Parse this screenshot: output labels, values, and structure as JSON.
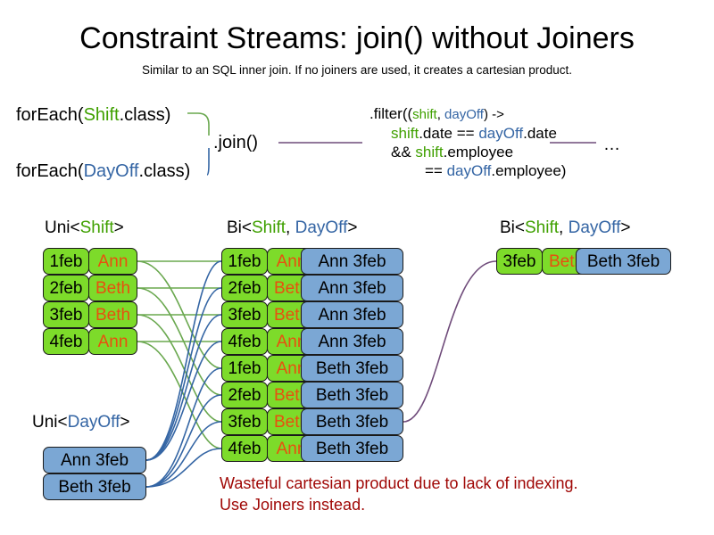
{
  "title": "Constraint Streams: join() without Joiners",
  "subtitle": "Similar to an SQL inner join. If no joiners are used, it creates a cartesian product.",
  "colors": {
    "shift_green": "#3fa000",
    "dayoff_blue": "#3465a4",
    "box_green": "#7ddb2a",
    "box_blue": "#7ba7d4",
    "name_orange": "#e8500f",
    "warning_red": "#a00806",
    "link_green": "#6aa84f",
    "link_blue": "#3465a4",
    "link_purple": "#6f4b7a"
  },
  "code": {
    "foreach_shift": {
      "prefix": "forEach(",
      "type": "Shift",
      "suffix": ".class)"
    },
    "foreach_dayoff": {
      "prefix": "forEach(",
      "type": "DayOff",
      "suffix": ".class)"
    },
    "join_label": ".join()",
    "ellipsis": "…"
  },
  "filter": {
    "line1_pre": ".filter((",
    "line1_shift": "shift",
    "line1_comma": ", ",
    "line1_dayoff": "dayOff",
    "line1_post": ") ->",
    "line2_shift": "shift",
    "line2_mid": ".date == ",
    "line2_dayoff": "dayOff",
    "line2_post": ".date",
    "line3_pre": "&& ",
    "line3_shift": "shift",
    "line3_post": ".employee",
    "line4_pre": "== ",
    "line4_dayoff": "dayOff",
    "line4_post": ".employee)"
  },
  "streams": {
    "uni_shift_label": {
      "pre": "Uni<",
      "type": "Shift",
      "post": ">"
    },
    "bi_middle_label": {
      "pre": "Bi<",
      "type1": "Shift",
      "sep": ", ",
      "type2": "DayOff",
      "post": ">"
    },
    "bi_right_label": {
      "pre": "Bi<",
      "type1": "Shift",
      "sep": ", ",
      "type2": "DayOff",
      "post": ">"
    },
    "uni_dayoff_label": {
      "pre": "Uni<",
      "type": "DayOff",
      "post": ">"
    }
  },
  "uni_shift_rows": [
    {
      "date": "1feb",
      "employee": "Ann"
    },
    {
      "date": "2feb",
      "employee": "Beth"
    },
    {
      "date": "3feb",
      "employee": "Beth"
    },
    {
      "date": "4feb",
      "employee": "Ann"
    }
  ],
  "uni_dayoff_rows": [
    {
      "label": "Ann 3feb"
    },
    {
      "label": "Beth 3feb"
    }
  ],
  "bi_middle_rows": [
    {
      "date": "1feb",
      "employee": "Ann",
      "dayoff": "Ann 3feb"
    },
    {
      "date": "2feb",
      "employee": "Beth",
      "dayoff": "Ann 3feb"
    },
    {
      "date": "3feb",
      "employee": "Beth",
      "dayoff": "Ann 3feb"
    },
    {
      "date": "4feb",
      "employee": "Ann",
      "dayoff": "Ann 3feb"
    },
    {
      "date": "1feb",
      "employee": "Ann",
      "dayoff": "Beth 3feb"
    },
    {
      "date": "2feb",
      "employee": "Beth",
      "dayoff": "Beth 3feb"
    },
    {
      "date": "3feb",
      "employee": "Beth",
      "dayoff": "Beth 3feb"
    },
    {
      "date": "4feb",
      "employee": "Ann",
      "dayoff": "Beth 3feb"
    }
  ],
  "bi_right_rows": [
    {
      "date": "3feb",
      "employee": "Beth",
      "dayoff": "Beth 3feb"
    }
  ],
  "warning": {
    "line1": "Wasteful cartesian product due to lack of indexing.",
    "line2": "Use Joiners instead."
  }
}
